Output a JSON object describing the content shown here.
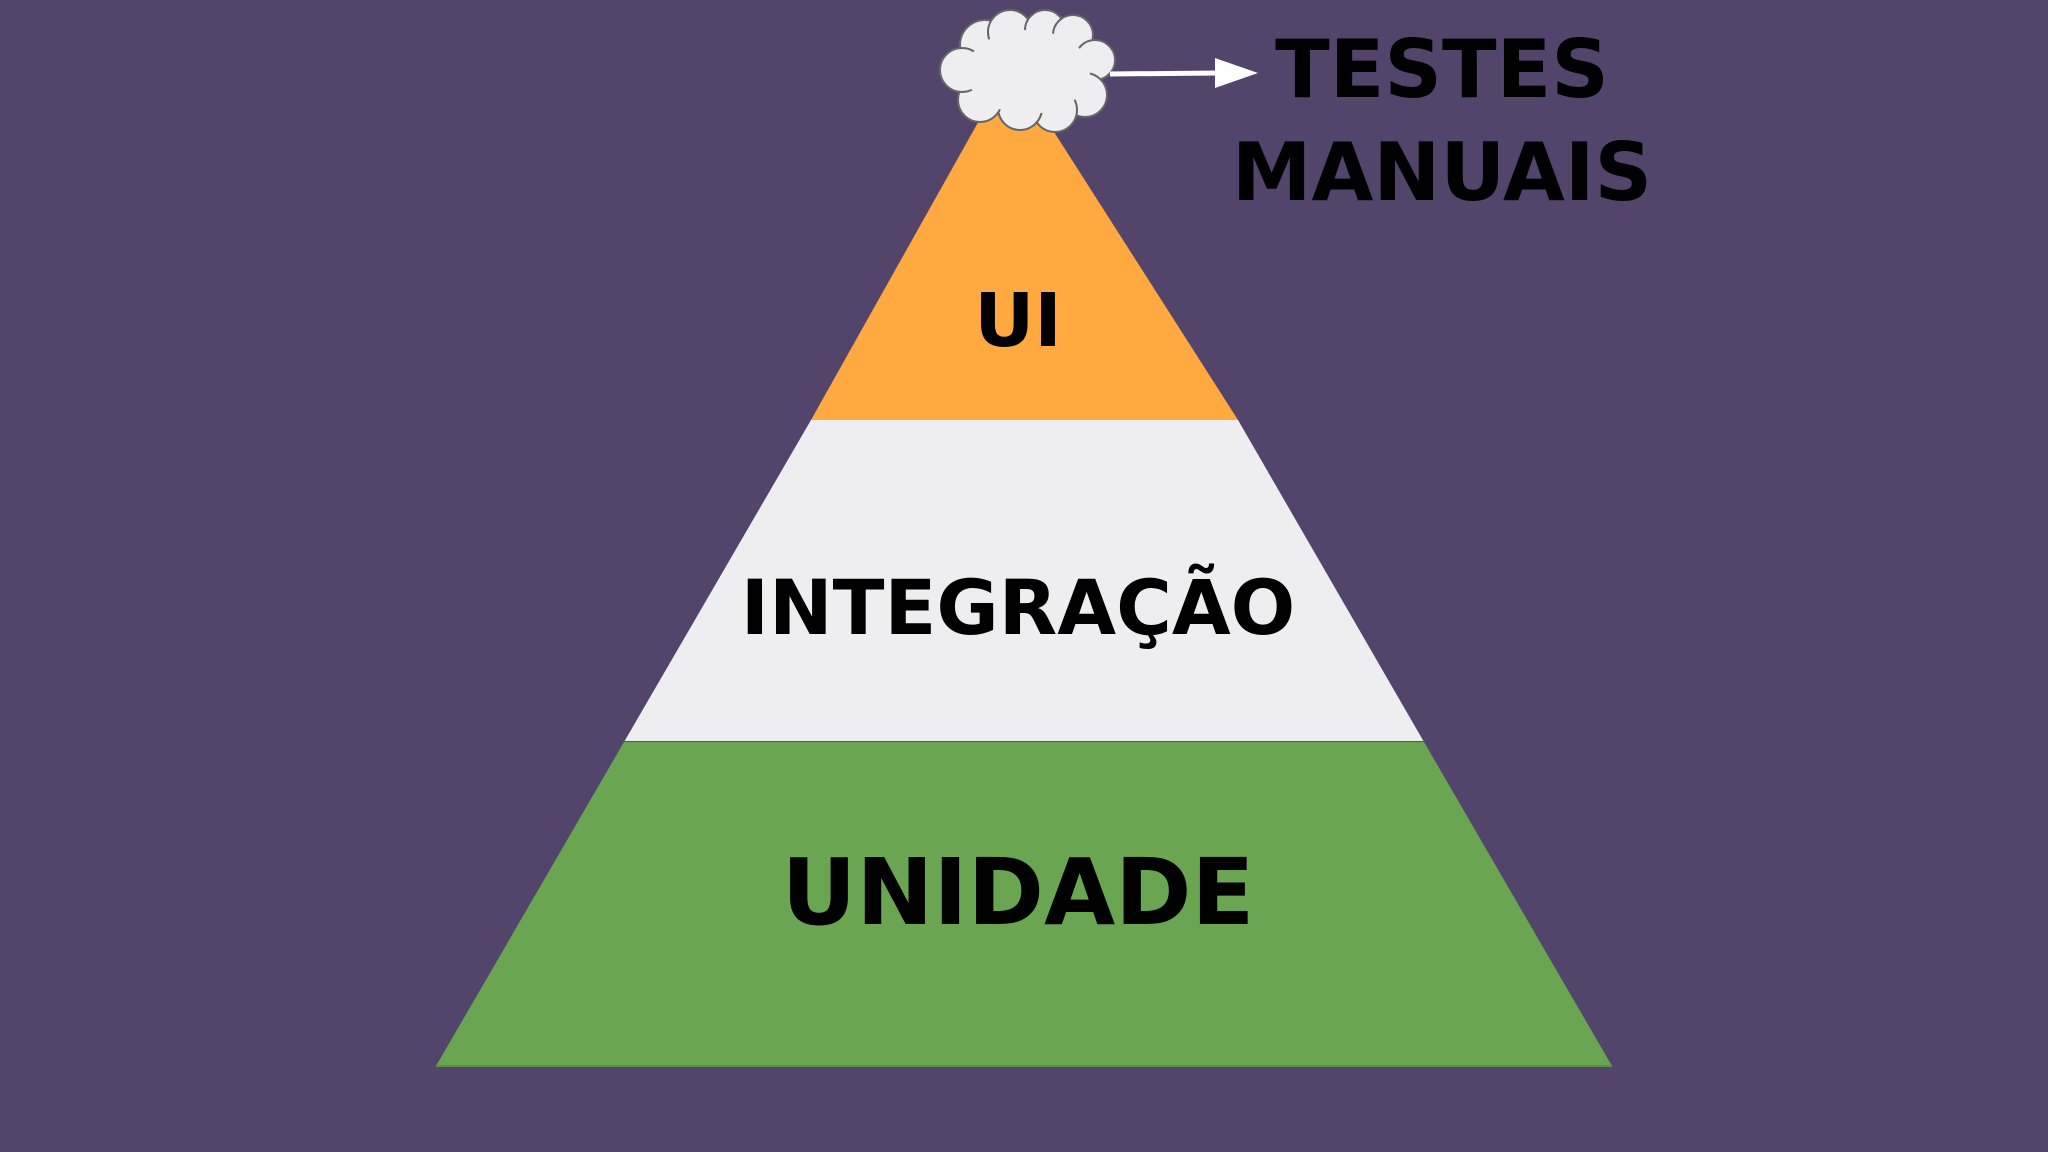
{
  "diagram": {
    "background_color": "#52446b",
    "layers": [
      {
        "id": "ui",
        "label": "UI",
        "color": "#ffa940"
      },
      {
        "id": "integracao",
        "label": "INTEGRAÇÃO",
        "color": "#eeedf0"
      },
      {
        "id": "unidade",
        "label": "UNIDADE",
        "color": "#6aa651"
      }
    ],
    "top_shape": {
      "icon": "cloud-icon",
      "color": "#eeedf0"
    },
    "connector": {
      "icon": "arrow-right-icon",
      "color": "#ffffff"
    },
    "manual_label": {
      "line1": "TESTES",
      "line2": "MANUAIS"
    }
  }
}
